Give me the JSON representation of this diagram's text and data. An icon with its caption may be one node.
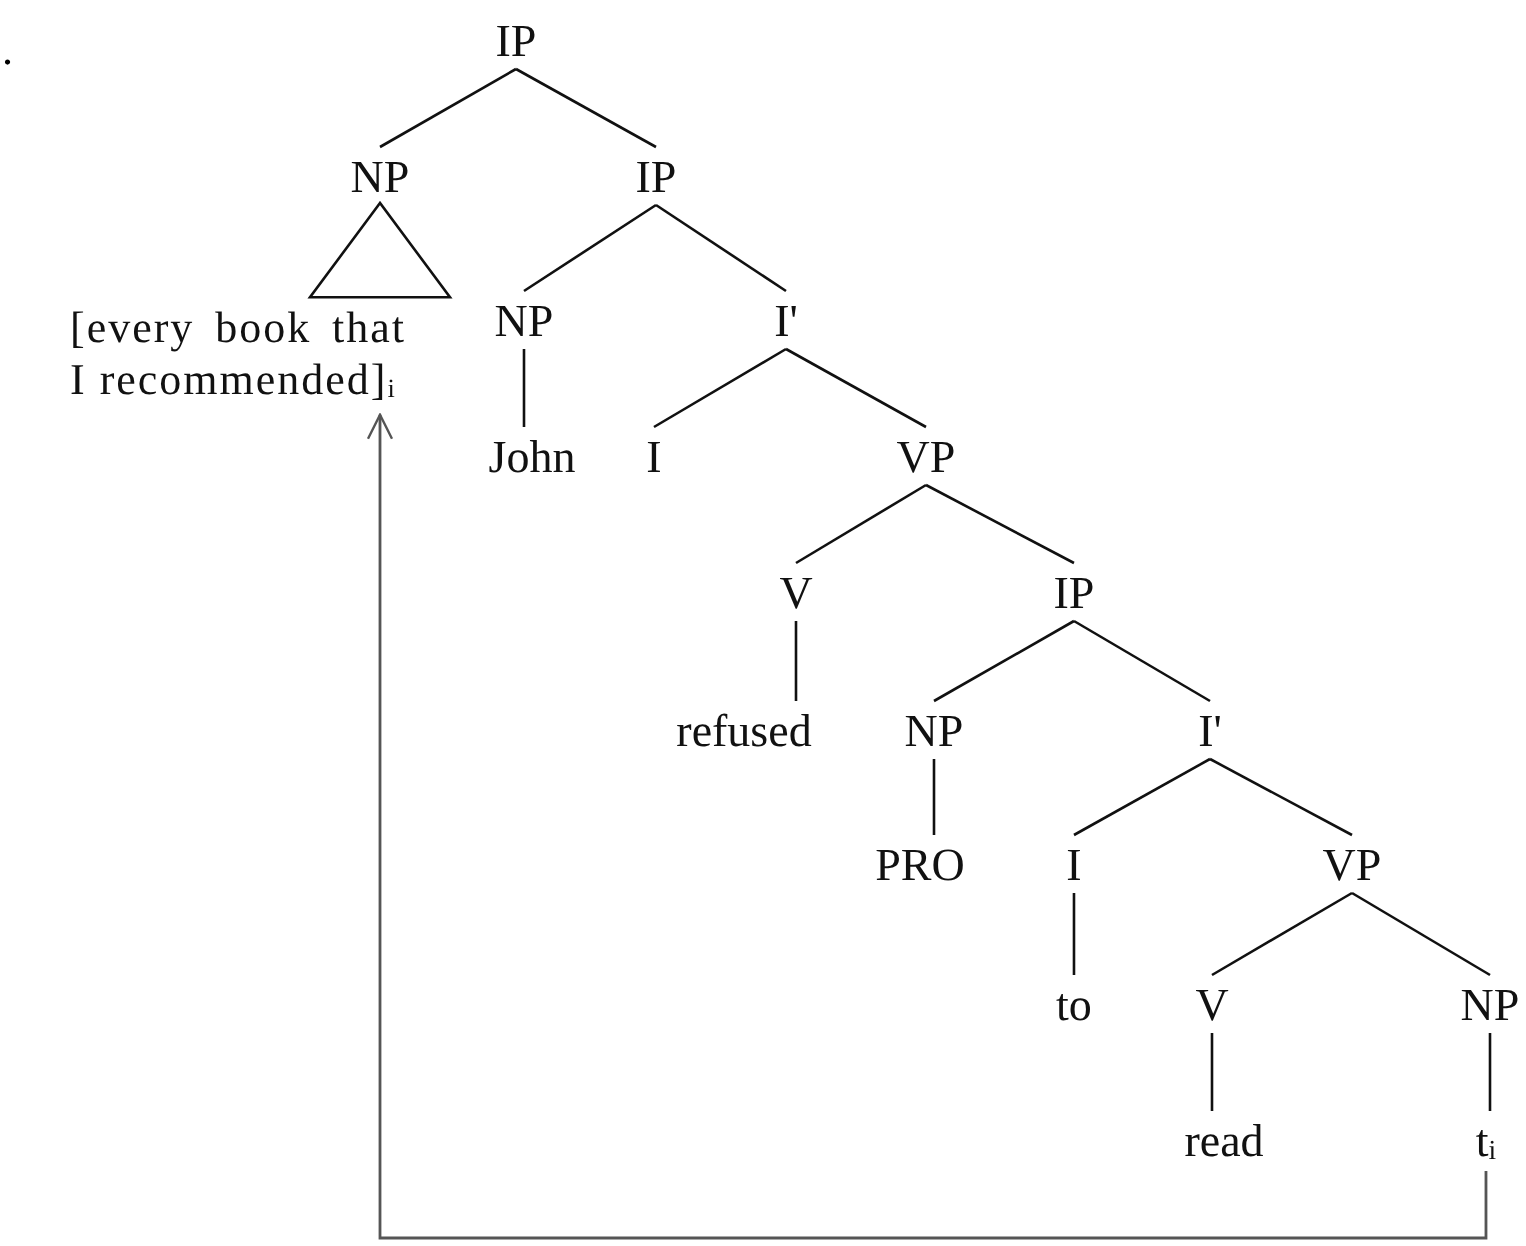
{
  "diagram": {
    "nodes": [
      {
        "text": [
          "IP"
        ]
      },
      {
        "text": [
          "NP"
        ]
      },
      {
        "text": [
          "IP"
        ]
      },
      {
        "text": [
          "[every book that I recommended]$_{i}$"
        ]
      },
      {
        "text": [
          "NP"
        ]
      },
      {
        "text": [
          "I'"
        ]
      },
      {
        "text": [
          "John"
        ]
      },
      {
        "text": [
          "I"
        ]
      },
      {
        "text": [
          "VP"
        ]
      },
      {
        "text": [
          "V"
        ]
      },
      {
        "text": [
          "IP"
        ]
      },
      {
        "text": [
          "refused"
        ]
      },
      {
        "text": [
          "NP"
        ]
      },
      {
        "text": [
          "I'"
        ]
      },
      {
        "text": [
          "PRO"
        ]
      },
      {
        "text": [
          "I"
        ]
      },
      {
        "text": [
          "VP"
        ]
      },
      {
        "text": [
          "to"
        ]
      },
      {
        "text": [
          "V"
        ]
      },
      {
        "text": [
          "NP"
        ]
      },
      {
        "text": [
          "read"
        ]
      },
      {
        "text": [
          "t$_{i}$"
        ]
      }
    ],
    "edges": [
      {
        "from": 0,
        "to": 1,
        "arrow": "none"
      },
      {
        "from": 0,
        "to": 2,
        "arrow": "none"
      },
      {
        "from": 1,
        "to": 3,
        "arrow": "none"
      },
      {
        "from": 2,
        "to": 4,
        "arrow": "none"
      },
      {
        "from": 2,
        "to": 5,
        "arrow": "none"
      },
      {
        "from": 4,
        "to": 6,
        "arrow": "none"
      },
      {
        "from": 5,
        "to": 7,
        "arrow": "none"
      },
      {
        "from": 5,
        "to": 8,
        "arrow": "none"
      },
      {
        "from": 8,
        "to": 9,
        "arrow": "none"
      },
      {
        "from": 8,
        "to": 10,
        "arrow": "none"
      },
      {
        "from": 9,
        "to": 11,
        "arrow": "none"
      },
      {
        "from": 10,
        "to": 12,
        "arrow": "none"
      },
      {
        "from": 10,
        "to": 13,
        "arrow": "none"
      },
      {
        "from": 12,
        "to": 14,
        "arrow": "none"
      },
      {
        "from": 13,
        "to": 15,
        "arrow": "none"
      },
      {
        "from": 13,
        "to": 16,
        "arrow": "none"
      },
      {
        "from": 16,
        "to": 18,
        "arrow": "none"
      },
      {
        "from": 16,
        "to": 19,
        "arrow": "none"
      },
      {
        "from": 15,
        "to": 17,
        "arrow": "none"
      },
      {
        "from": 18,
        "to": 20,
        "arrow": "none"
      },
      {
        "from": 19,
        "to": 21,
        "arrow": "none"
      },
      {
        "from": 21,
        "to": 3,
        "arrow": "to",
        "color": "#555555"
      }
    ],
    "labels": [
      "."
    ]
  }
}
